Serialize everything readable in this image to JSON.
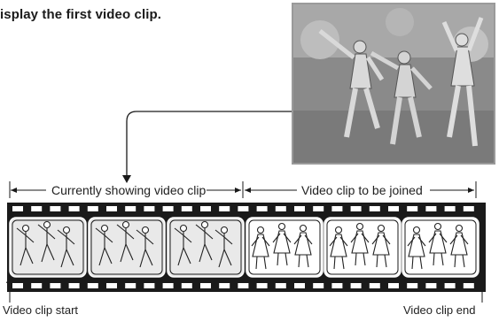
{
  "heading": "isplay the first video clip.",
  "labels": {
    "current": "Currently showing video clip",
    "joined": "Video clip to be joined"
  },
  "footer": {
    "start": "Video clip start",
    "end": "Video clip end"
  },
  "film": {
    "frames": [
      {
        "clip": "current",
        "subject": "dancers"
      },
      {
        "clip": "current",
        "subject": "dancers"
      },
      {
        "clip": "current",
        "subject": "dancers"
      },
      {
        "clip": "joined",
        "subject": "dancers-in-dresses"
      },
      {
        "clip": "joined",
        "subject": "dancers-in-dresses"
      },
      {
        "clip": "joined",
        "subject": "dancers-in-dresses"
      }
    ],
    "colors": {
      "strip": "#1a1a1a",
      "current_frame_bg": "#e9e9e9",
      "joined_frame_bg": "#ffffff",
      "photo_bg": "#8e8e8e"
    }
  }
}
